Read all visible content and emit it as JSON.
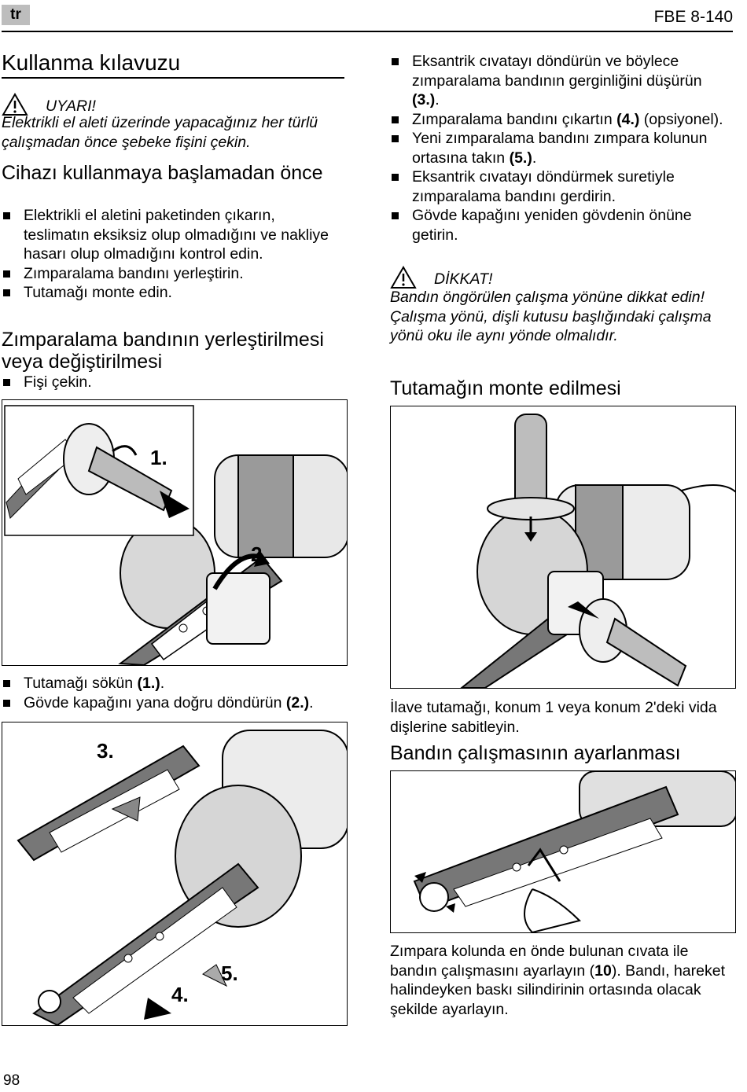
{
  "header": {
    "lang": "tr",
    "model": "FBE 8-140"
  },
  "left": {
    "title": "Kullanma kılavuzu",
    "warning": {
      "icon": "warning-triangle-icon",
      "label": "UYARI!",
      "text": "Elektrikli el aleti üzerinde yapacağınız her türlü çalışmadan önce şebeke fişini çekin."
    },
    "section1": {
      "title": "Cihazı kullanmaya başlamadan önce",
      "items": [
        "Elektrikli el aletini paketinden çıkarın, teslimatın eksiksiz olup olmadığını ve nakliye hasarı olup olmadığını kontrol edin.",
        "Zımparalama bandını yerleştirin.",
        "Tutamağı monte edin."
      ]
    },
    "section2": {
      "title": "Zımparalama bandının yerleştirilmesi veya değiştirilmesi",
      "items": [
        "Fişi çekin."
      ]
    },
    "figure1": {
      "labels": [
        "1.",
        "2"
      ]
    },
    "steps_after_fig1": [
      {
        "text": "Tutamağı sökün ",
        "ref": "(1.)",
        "end": "."
      },
      {
        "text": "Gövde kapağını yana doğru döndürün ",
        "ref": "(2.)",
        "end": "."
      }
    ],
    "figure2": {
      "labels": [
        "3.",
        "4.",
        "5."
      ]
    }
  },
  "right": {
    "steps": [
      {
        "text": "Eksantrik cıvatayı döndürün ve böylece zımparalama bandının gerginliğini düşürün ",
        "ref": "(3.)",
        "end": "."
      },
      {
        "text": "Zımparalama bandını çıkartın ",
        "ref": "(4.)",
        "end": " (opsiyonel)."
      },
      {
        "text": "Yeni zımparalama bandını zımpara kolunun ortasına takın ",
        "ref": "(5.)",
        "end": "."
      },
      {
        "text": "Eksantrik cıvatayı döndürmek suretiyle zımparalama bandını gerdirin.",
        "ref": "",
        "end": ""
      },
      {
        "text": "Gövde kapağını yeniden gövdenin önüne getirin.",
        "ref": "",
        "end": ""
      }
    ],
    "caution": {
      "icon": "warning-triangle-icon",
      "label": "DİKKAT!",
      "text": "Bandın öngörülen çalışma yönüne dikkat edin! Çalışma yönü, dişli kutusu başlığındaki çalışma yönü oku ile aynı yönde olmalıdır."
    },
    "section3": {
      "title": "Tutamağın monte edilmesi",
      "text": "İlave tutamağı, konum 1 veya konum 2'deki vida dişlerine sabitleyin."
    },
    "section4": {
      "title": "Bandın çalışmasının ayarlanması",
      "text_before": "Zımpara kolunda en önde bulunan cıvata ile bandın çalışmasını ayarlayın (",
      "ref": "10",
      "text_after": "). Bandı, hareket halindeyken baskı silindirinin ortasında olacak şekilde ayarlayın."
    }
  },
  "footer": {
    "page": "98"
  }
}
